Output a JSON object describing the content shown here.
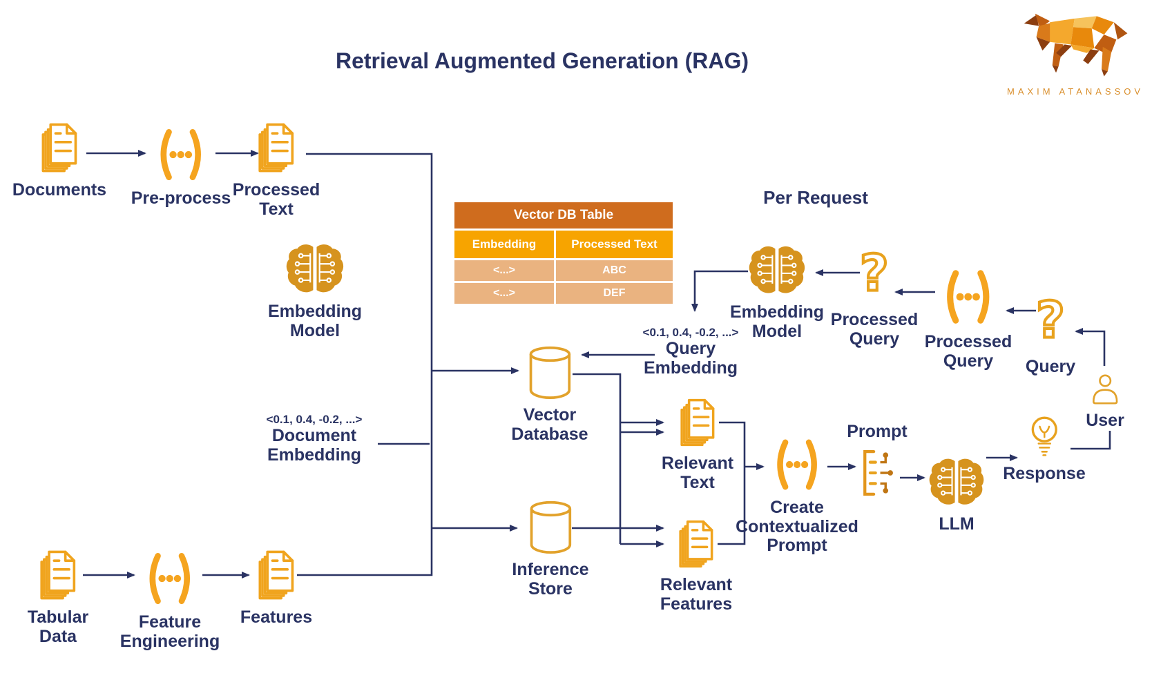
{
  "title": "Retrieval Augmented Generation (RAG)",
  "logo": {
    "text": "MAXIM ATANASSOV"
  },
  "section": {
    "per_request": "Per Request"
  },
  "table": {
    "title": "Vector DB Table",
    "headers": [
      "Embedding",
      "Processed Text"
    ],
    "rows": [
      [
        "<...>",
        "ABC"
      ],
      [
        "<...>",
        "DEF"
      ]
    ]
  },
  "nodes": {
    "documents": {
      "label": "Documents"
    },
    "preprocess": {
      "label": "Pre-process"
    },
    "processed_text": {
      "l1": "Processed",
      "l2": "Text"
    },
    "embedding_model_left": {
      "l1": "Embedding",
      "l2": "Model"
    },
    "document_embedding": {
      "vector": "<0.1, 0.4, -0.2, ...>",
      "l1": "Document",
      "l2": "Embedding"
    },
    "tabular_data": {
      "l1": "Tabular",
      "l2": "Data"
    },
    "feature_engineering": {
      "l1": "Feature",
      "l2": "Engineering"
    },
    "features": {
      "label": "Features"
    },
    "vector_database": {
      "l1": "Vector",
      "l2": "Database"
    },
    "inference_store": {
      "l1": "Inference",
      "l2": "Store"
    },
    "query_embedding": {
      "vector": "<0.1, 0.4, -0.2, ...>",
      "l1": "Query",
      "l2": "Embedding"
    },
    "embedding_model_right": {
      "l1": "Embedding",
      "l2": "Model"
    },
    "processed_query_left": {
      "l1": "Processed",
      "l2": "Query"
    },
    "processed_query_right": {
      "l1": "Processed",
      "l2": "Query"
    },
    "query": {
      "label": "Query"
    },
    "user": {
      "label": "User"
    },
    "relevant_text": {
      "l1": "Relevant",
      "l2": "Text"
    },
    "relevant_features": {
      "l1": "Relevant",
      "l2": "Features"
    },
    "create_prompt": {
      "l1": "Create",
      "l2": "Contextualized",
      "l3": "Prompt"
    },
    "prompt": {
      "label": "Prompt"
    },
    "llm": {
      "label": "LLM"
    },
    "response": {
      "label": "Response"
    }
  },
  "colors": {
    "navy_text": "#2A3363",
    "amber_icon": "#F0A41E",
    "brain_fill": "#D6931E",
    "table_title_bg": "#CF6C1E",
    "table_header_bg": "#F7A400",
    "table_row_bg": "#EAB380",
    "logo_text": "#D98E2B"
  }
}
